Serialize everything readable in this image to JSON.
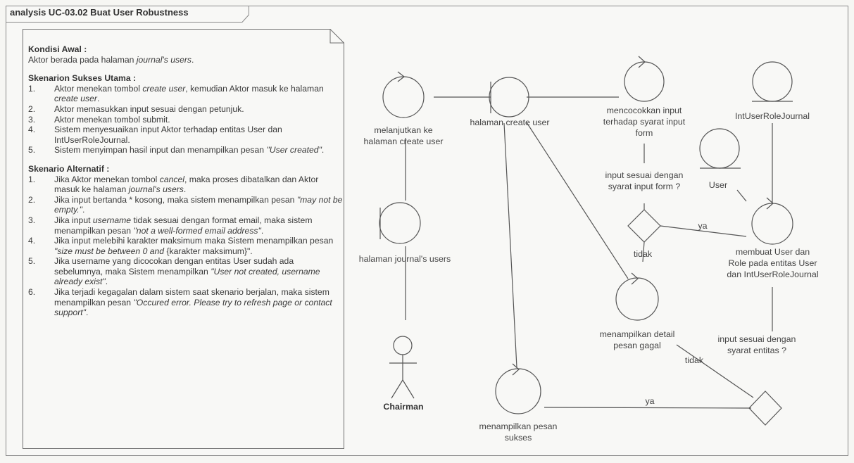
{
  "frame": {
    "title": "analysis UC-03.02  Buat User Robustness"
  },
  "note": {
    "initial_title": "Kondisi Awal :",
    "initial_text": [
      {
        "t": "Aktor berada pada halaman "
      },
      {
        "t": "journal's users",
        "i": true
      },
      {
        "t": "."
      }
    ],
    "main_title": "Skenarion Sukses Utama :",
    "main_steps": [
      {
        "num": "1.",
        "parts": [
          {
            "t": "Aktor menekan tombol "
          },
          {
            "t": "create user",
            "i": true
          },
          {
            "t": ", kemudian Aktor masuk ke halaman "
          },
          {
            "t": "create user",
            "i": true
          },
          {
            "t": "."
          }
        ]
      },
      {
        "num": "2.",
        "parts": [
          {
            "t": "Aktor memasukkan input sesuai dengan petunjuk."
          }
        ]
      },
      {
        "num": "3.",
        "parts": [
          {
            "t": "Aktor menekan tombol submit."
          }
        ]
      },
      {
        "num": "4.",
        "parts": [
          {
            "t": "Sistem menyesuaikan input Aktor terhadap entitas User dan IntUserRoleJournal."
          }
        ]
      },
      {
        "num": "5.",
        "parts": [
          {
            "t": "Sistem menyimpan hasil input dan menampilkan pesan "
          },
          {
            "t": "\"User created\"",
            "i": true
          },
          {
            "t": "."
          }
        ]
      }
    ],
    "alt_title": "Skenario Alternatif :",
    "alt_steps": [
      {
        "num": "1.",
        "parts": [
          {
            "t": "Jika Aktor menekan tombol "
          },
          {
            "t": "cancel",
            "i": true
          },
          {
            "t": ", maka proses dibatalkan dan Aktor masuk ke halaman "
          },
          {
            "t": "journal's users",
            "i": true
          },
          {
            "t": "."
          }
        ]
      },
      {
        "num": "2.",
        "parts": [
          {
            "t": "Jika input bertanda * kosong, maka sistem menampilkan pesan  "
          },
          {
            "t": "\"may not be empty.\"",
            "i": true
          },
          {
            "t": "."
          }
        ]
      },
      {
        "num": "3.",
        "parts": [
          {
            "t": "Jika input "
          },
          {
            "t": "username",
            "i": true
          },
          {
            "t": " tidak sesuai dengan format email, maka sistem menampilkan pesan "
          },
          {
            "t": "\"not a well-formed email address\"",
            "i": true
          },
          {
            "t": "."
          }
        ]
      },
      {
        "num": "4.",
        "parts": [
          {
            "t": "Jika input melebihi karakter maksimum maka Sistem menampilkan pesan "
          },
          {
            "t": "\"size must be between 0 and",
            "i": true
          },
          {
            "t": " {karakter maksimum}\"."
          }
        ]
      },
      {
        "num": "5.",
        "parts": [
          {
            "t": "Jika username yang dicocokan dengan entitas User sudah ada sebelumnya, maka Sistem menampilkan "
          },
          {
            "t": "\"User not created, username already exist\"",
            "i": true
          },
          {
            "t": "."
          }
        ]
      },
      {
        "num": "6.",
        "parts": [
          {
            "t": "Jika terjadi kegagalan dalam sistem saat skenario berjalan, maka sistem menampilkan pesan "
          },
          {
            "t": "\"Occured error. Please try to refresh page or contact support\"",
            "i": true
          },
          {
            "t": "."
          }
        ]
      }
    ]
  },
  "labels": {
    "ctrl_lanjut": [
      "melanjutkan ke",
      "halaman create user"
    ],
    "bnd_create": [
      "halaman create user"
    ],
    "ctrl_cocok": [
      "mencocokkan input",
      "terhadap syarat input",
      "form"
    ],
    "ent_intuser": [
      "IntUserRoleJournal"
    ],
    "ent_user": [
      "User"
    ],
    "guard_form": [
      "input sesuai dengan",
      "syarat input form ?"
    ],
    "ya_1": [
      "ya"
    ],
    "tidak_1": [
      "tidak"
    ],
    "ctrl_membuat": [
      "membuat User dan",
      "Role pada entitas User",
      "dan IntUserRoleJournal"
    ],
    "bnd_journal": [
      "halaman journal's users"
    ],
    "ctrl_gagal": [
      "menampilkan detail",
      "pesan gagal"
    ],
    "guard_entitas": [
      "input sesuai dengan",
      "syarat entitas ?"
    ],
    "tidak_2": [
      "tidak"
    ],
    "actor": [
      "Chairman"
    ],
    "ya_2": [
      "ya"
    ],
    "ctrl_sukses": [
      "menampilkan pesan",
      "sukses"
    ]
  }
}
